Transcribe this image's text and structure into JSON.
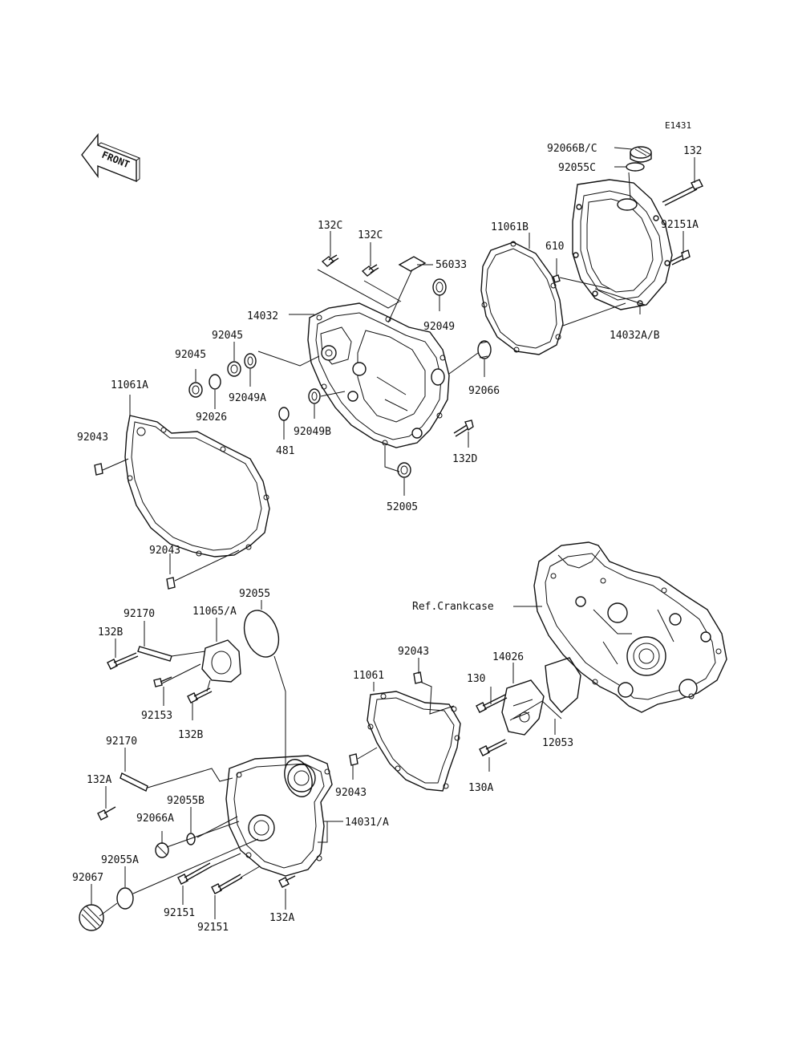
{
  "diagram_id": "E1431",
  "front_label": "FRONT",
  "reference": "Ref.Crankcase",
  "labels": {
    "l_92066bc": "92066B/C",
    "l_132": "132",
    "l_92055c": "92055C",
    "l_92151a": "92151A",
    "l_11061b": "11061B",
    "l_610": "610",
    "l_14032ab": "14032A/B",
    "l_132c_1": "132C",
    "l_132c_2": "132C",
    "l_56033": "56033",
    "l_14032": "14032",
    "l_92049": "92049",
    "l_92045_1": "92045",
    "l_92045_2": "92045",
    "l_92026": "92026",
    "l_92049a": "92049A",
    "l_92066": "92066",
    "l_481": "481",
    "l_92049b": "92049B",
    "l_132d": "132D",
    "l_52005": "52005",
    "l_11061a": "11061A",
    "l_92043_1": "92043",
    "l_92043_2": "92043",
    "l_92055": "92055",
    "l_92170_1": "92170",
    "l_11065a": "11065/A",
    "l_132b_1": "132B",
    "l_92153": "92153",
    "l_132b_2": "132B",
    "l_92170_2": "92170",
    "l_132a_1": "132A",
    "l_92055b": "92055B",
    "l_92066a": "92066A",
    "l_14031a": "14031/A",
    "l_92055a": "92055A",
    "l_92067": "92067",
    "l_92151_1": "92151",
    "l_92151_2": "92151",
    "l_132a_2": "132A",
    "l_92043_3": "92043",
    "l_11061": "11061",
    "l_92043_4": "92043",
    "l_14026": "14026",
    "l_130": "130",
    "l_12053": "12053",
    "l_130a": "130A"
  }
}
